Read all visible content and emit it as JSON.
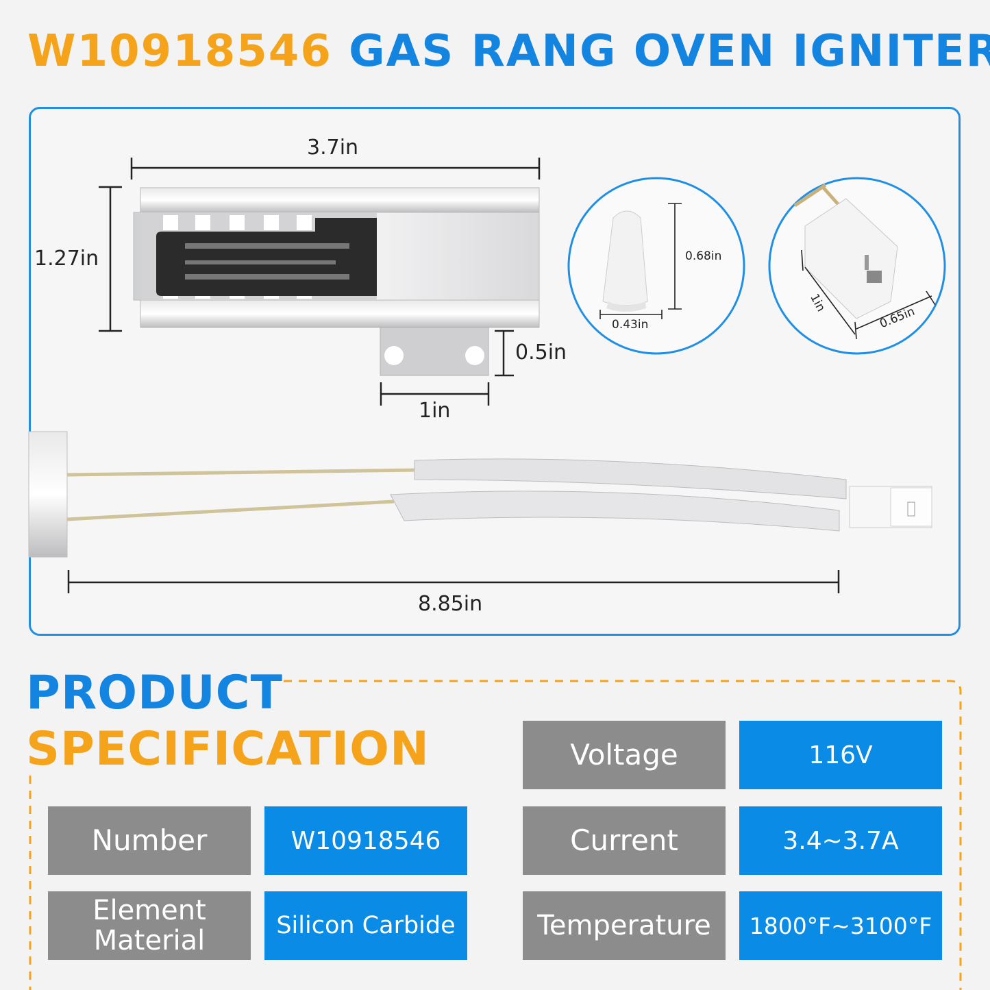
{
  "title": {
    "code": "W10918546",
    "name": "GAS RANG OVEN IGNITER"
  },
  "dimensions": {
    "length_top": "3.7in",
    "height_side": "1.27in",
    "bracket_height": "0.5in",
    "bracket_width": "1in",
    "wire_cap_height": "0.68in",
    "wire_cap_width": "0.43in",
    "connector_length": "1in",
    "connector_width": "0.65in",
    "overall_length": "8.85in"
  },
  "spec": {
    "heading_line1": "PRODUCT",
    "heading_line2": "SPECIFICATION",
    "rows": [
      {
        "label": "Number",
        "value": "W10918546"
      },
      {
        "label": "Element Material",
        "value": "Silicon Carbide"
      },
      {
        "label": "Voltage",
        "value": "116V"
      },
      {
        "label": "Current",
        "value": "3.4~3.7A"
      },
      {
        "label": "Temperature",
        "value": "1800°F~3100°F"
      }
    ]
  },
  "colors": {
    "blue": "#1384e0",
    "orange": "#f5a31a",
    "label_gray": "#8c8c8c",
    "value_blue": "#0a8be6"
  }
}
